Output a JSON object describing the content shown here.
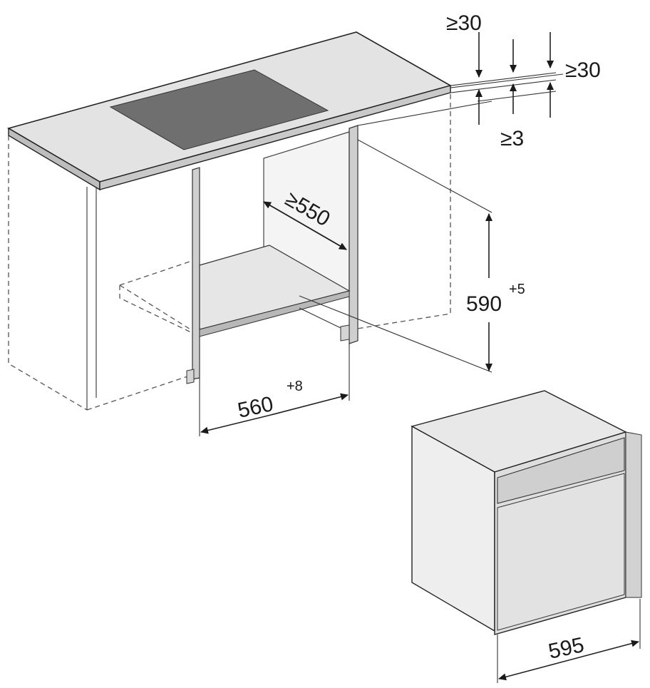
{
  "labels": {
    "gap_top_left": "≥30",
    "gap_top_right": "≥30",
    "gap_mid": "≥3",
    "depth": "≥550",
    "height": "590",
    "height_tolerance": "+5",
    "width": "560",
    "width_tolerance": "+8",
    "appliance_width": "595"
  },
  "colors": {
    "countertop": "#e3e3e3",
    "countertop_edge": "#bdbdbd",
    "hob": "#6f6f6f",
    "panel_side": "#cfcfcf",
    "panel_light": "#ececec",
    "shelf": "#e6e6e6",
    "oven_front": "#dedede",
    "oven_side": "#eeeeee",
    "oven_top": "#e8e8e8",
    "oven_panel": "#cfcfcf"
  }
}
